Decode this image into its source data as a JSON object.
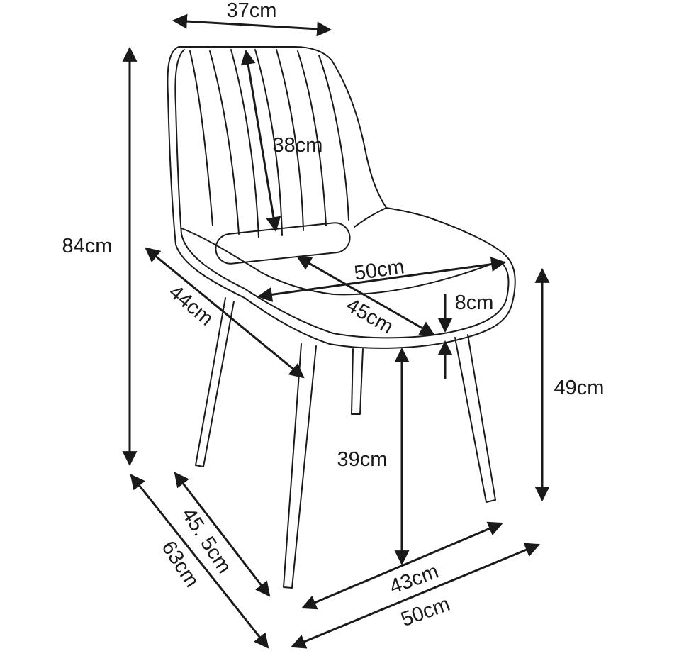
{
  "image_type": "product dimension drawing (chair)",
  "colors": {
    "ink": "#1a1a1a",
    "background": "#ffffff"
  },
  "dimensions": {
    "backrest_width": "37cm",
    "backrest_height": "38cm",
    "total_height": "84cm",
    "seat_width": "50cm",
    "seat_depth": "45cm",
    "seat_diagonal_side": "44cm",
    "seat_thickness": "8cm",
    "seat_height": "49cm",
    "seat_underside_height": "39cm",
    "leg_front_width": "43cm",
    "base_width": "50cm",
    "leg_depth": "45. 5cm",
    "total_depth": "63cm"
  }
}
